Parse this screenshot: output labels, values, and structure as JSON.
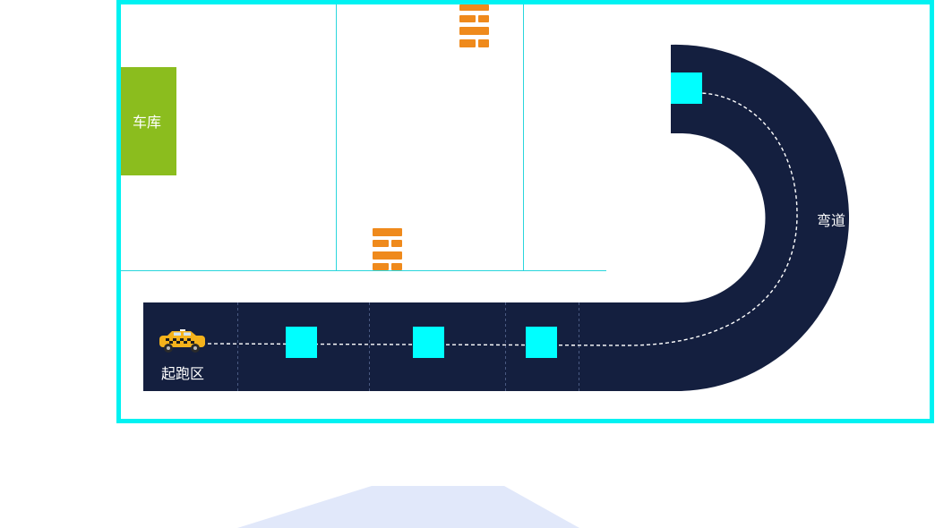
{
  "labels": {
    "garage": "车库",
    "curve": "弯道",
    "start_zone": "起跑区"
  },
  "colors": {
    "frame": "#00f2f2",
    "track": "#141f3f",
    "garage": "#8bbd1e",
    "marker": "#00ffff",
    "brick": "#ef8a1c",
    "platform": "#e1e8fa"
  },
  "icons": [
    "taxi-car-icon",
    "brick-wall-icon"
  ]
}
